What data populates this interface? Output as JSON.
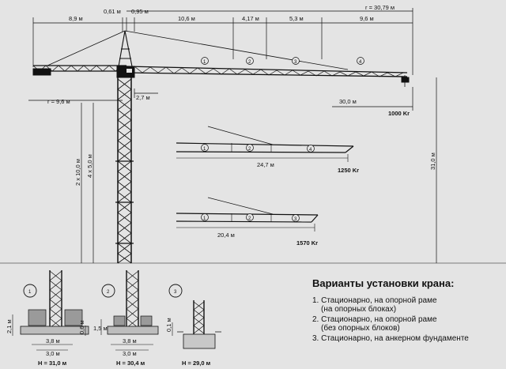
{
  "dimensions_top": {
    "r_max": "r = 30,79 м",
    "d1": "8,9 м",
    "d2": "0,61 м",
    "d3": "0,95 м",
    "d4": "10,6 м",
    "d5": "4,17 м",
    "d6": "5,3 м",
    "d7": "9,6 м"
  },
  "dimensions_main": {
    "r_counter": "r = 9,6 м",
    "d_27": "2,7 м",
    "reach_30": "30,0 м",
    "load_1000": "1000 Kr",
    "mast_2x10": "2 x 10,0 м",
    "mast_4x5": "4 x 5,0 м",
    "height_31": "31,0 м"
  },
  "jib_variant_2": {
    "reach": "24,7 м",
    "load": "1250 Kr"
  },
  "jib_variant_3": {
    "reach": "20,4 м",
    "load": "1570 Kr"
  },
  "section_numbers": [
    "1",
    "2",
    "3",
    "4"
  ],
  "install": [
    {
      "num": "1",
      "h1": "2,1 м",
      "h2": "0,6 м",
      "w1": "3,8 м",
      "w2": "3,0 м",
      "H": "Н = 31,0 м"
    },
    {
      "num": "2",
      "h1": "1,5 м",
      "w1": "3,8 м",
      "w2": "3,0 м",
      "H": "Н = 30,4 м"
    },
    {
      "num": "3",
      "h1": "0,1 м",
      "H": "Н = 29,0 м"
    }
  ],
  "variants": {
    "title": "Варианты установки крана:",
    "item1_line1": "1. Стационарно, на опорной раме",
    "item1_line2": "(на опорных блоках)",
    "item2_line1": "2. Стационарно, на опорной раме",
    "item2_line2": "(без опорных блоков)",
    "item3_line1": "3. Стационарно, на анкерном фундаменте"
  },
  "colors": {
    "background": "#e4e4e4",
    "ink": "#111111"
  }
}
